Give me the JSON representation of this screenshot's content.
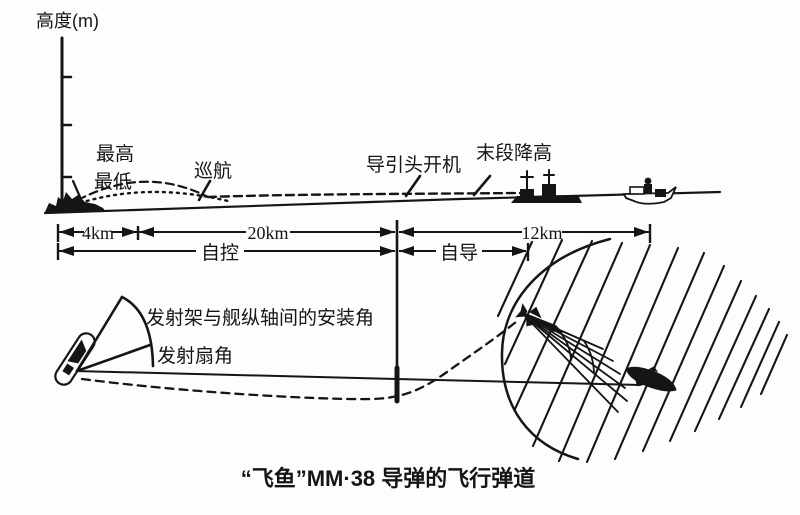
{
  "figure": {
    "background": "#fdfdfc",
    "ink_color": "#151515",
    "caption": "“飞鱼”MM·38 导弹的飞行弹道",
    "axis": {
      "label": "高度(m)"
    },
    "profile": {
      "max_altitude": "最高",
      "min_altitude": "最低",
      "cruise": "巡航",
      "seeker_on": "导引头开机",
      "terminal_descent": "末段降高"
    },
    "dimensions": {
      "boost_distance": "4km",
      "cruise_distance": "20km",
      "terminal_distance": "12km",
      "autonomous_phase": "自控",
      "homing_phase": "自导"
    },
    "plan": {
      "installation_angle": "发射架与舰纵轴间的安装角",
      "launch_fan_angle": "发射扇角"
    }
  }
}
